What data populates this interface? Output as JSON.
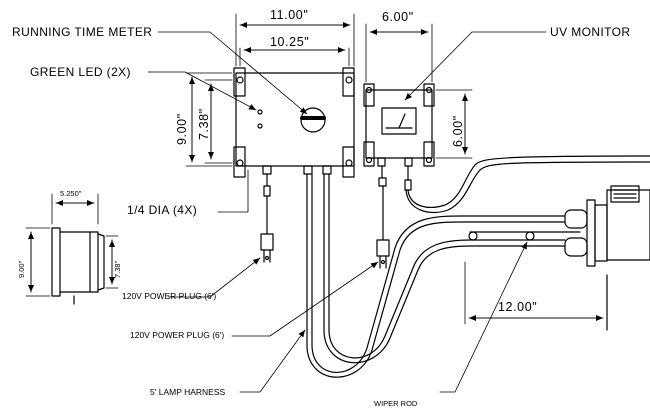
{
  "labels": {
    "running_time_meter": "RUNNING TIME METER",
    "green_led": "GREEN LED (2X)",
    "mount_hole": "1/4 DIA (4X)",
    "uv_monitor": "UV MONITOR",
    "power_plug_1": "120V POWER PLUG (6')",
    "power_plug_2": "120V POWER PLUG (6')",
    "lamp_harness": "5' LAMP HARNESS",
    "wiper_rod": "WIPER ROD"
  },
  "dimensions": {
    "control_box_width_outer": "11.00\"",
    "control_box_width_inner": "10.25\"",
    "control_box_height_outer": "9.00\"",
    "control_box_height_inner": "7.38\"",
    "monitor_width": "6.00\"",
    "monitor_height": "6.00\"",
    "side_view_width": "5.250\"",
    "side_view_height_outer": "9.00\"",
    "side_view_height_inner": "7.38\"",
    "pipe_length": "12.00\""
  }
}
